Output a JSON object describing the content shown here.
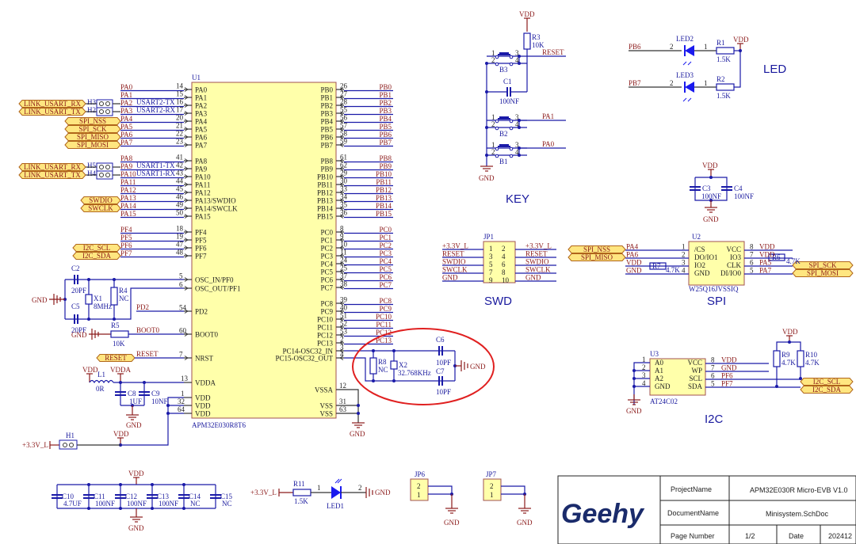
{
  "document": {
    "type": "schematic",
    "title": "APM32E030R Micro-EVB Minisystem"
  },
  "u1": {
    "ref": "U1",
    "part": "APM32E030R8T6",
    "left_pins": [
      {
        "num": "14",
        "name": "PA0",
        "net": "PA0"
      },
      {
        "num": "15",
        "name": "PA1",
        "net": "PA1"
      },
      {
        "num": "16",
        "name": "PA2",
        "net": "PA2",
        "alt": "USART2-TX"
      },
      {
        "num": "17",
        "name": "PA3",
        "net": "PA3",
        "alt": "USART2-RX"
      },
      {
        "num": "20",
        "name": "PA4",
        "net": "PA4"
      },
      {
        "num": "21",
        "name": "PA5",
        "net": "PA5"
      },
      {
        "num": "22",
        "name": "PA6",
        "net": "PA6"
      },
      {
        "num": "23",
        "name": "PA7",
        "net": "PA7"
      },
      {
        "num": "41",
        "name": "PA8",
        "net": "PA8"
      },
      {
        "num": "42",
        "name": "PA9",
        "net": "PA9",
        "alt": "USART1-TX"
      },
      {
        "num": "43",
        "name": "PA10",
        "net": "PA10",
        "alt": "USART1-RX"
      },
      {
        "num": "44",
        "name": "PA11",
        "net": "PA11"
      },
      {
        "num": "45",
        "name": "PA12",
        "net": "PA12"
      },
      {
        "num": "46",
        "name": "PA13/SWDIO",
        "net": "PA13"
      },
      {
        "num": "49",
        "name": "PA14/SWCLK",
        "net": "PA14"
      },
      {
        "num": "50",
        "name": "PA15",
        "net": "PA15"
      },
      {
        "num": "18",
        "name": "PF4",
        "net": "PF4"
      },
      {
        "num": "19",
        "name": "PF5",
        "net": "PF5"
      },
      {
        "num": "47",
        "name": "PF6",
        "net": "PF6"
      },
      {
        "num": "48",
        "name": "PF7",
        "net": "PF7"
      },
      {
        "num": "5",
        "name": "OSC_IN/PF0",
        "net": ""
      },
      {
        "num": "6",
        "name": "OSC_OUT/PF1",
        "net": ""
      },
      {
        "num": "54",
        "name": "PD2",
        "net": "PD2"
      },
      {
        "num": "60",
        "name": "BOOT0",
        "net": "BOOT0"
      },
      {
        "num": "7",
        "name": "NRST",
        "net": "RESET"
      },
      {
        "num": "13",
        "name": "VDDA",
        "net": ""
      },
      {
        "num": "1",
        "name": "VDD",
        "net": ""
      },
      {
        "num": "32",
        "name": "VDD",
        "net": ""
      },
      {
        "num": "64",
        "name": "VDD",
        "net": ""
      }
    ],
    "right_pins": [
      {
        "num": "26",
        "name": "PB0",
        "net": "PB0"
      },
      {
        "num": "27",
        "name": "PB1",
        "net": "PB1"
      },
      {
        "num": "28",
        "name": "PB2",
        "net": "PB2"
      },
      {
        "num": "55",
        "name": "PB3",
        "net": "PB3"
      },
      {
        "num": "56",
        "name": "PB4",
        "net": "PB4"
      },
      {
        "num": "57",
        "name": "PB5",
        "net": "PB5"
      },
      {
        "num": "58",
        "name": "PB6",
        "net": "PB6"
      },
      {
        "num": "59",
        "name": "PB7",
        "net": "PB7"
      },
      {
        "num": "61",
        "name": "PB8",
        "net": "PB8"
      },
      {
        "num": "62",
        "name": "PB9",
        "net": "PB9"
      },
      {
        "num": "29",
        "name": "PB10",
        "net": "PB10"
      },
      {
        "num": "30",
        "name": "PB11",
        "net": "PB11"
      },
      {
        "num": "33",
        "name": "PB12",
        "net": "PB12"
      },
      {
        "num": "34",
        "name": "PB13",
        "net": "PB13"
      },
      {
        "num": "35",
        "name": "PB14",
        "net": "PB14"
      },
      {
        "num": "36",
        "name": "PB15",
        "net": "PB15"
      },
      {
        "num": "8",
        "name": "PC0",
        "net": "PC0"
      },
      {
        "num": "9",
        "name": "PC1",
        "net": "PC1"
      },
      {
        "num": "10",
        "name": "PC2",
        "net": "PC2"
      },
      {
        "num": "11",
        "name": "PC3",
        "net": "PC3"
      },
      {
        "num": "24",
        "name": "PC4",
        "net": "PC4"
      },
      {
        "num": "25",
        "name": "PC5",
        "net": "PC5"
      },
      {
        "num": "37",
        "name": "PC6",
        "net": "PC6"
      },
      {
        "num": "38",
        "name": "PC7",
        "net": "PC7"
      },
      {
        "num": "39",
        "name": "PC8",
        "net": "PC8"
      },
      {
        "num": "40",
        "name": "PC9",
        "net": "PC9"
      },
      {
        "num": "51",
        "name": "PC10",
        "net": "PC10"
      },
      {
        "num": "52",
        "name": "PC11",
        "net": "PC11"
      },
      {
        "num": "53",
        "name": "PC12",
        "net": "PC12"
      },
      {
        "num": "2",
        "name": "PC13",
        "net": "PC13"
      },
      {
        "num": "3",
        "name": "PC14-OSC32_IN",
        "net": ""
      },
      {
        "num": "4",
        "name": "PC15-OSC32_OUT",
        "net": ""
      },
      {
        "num": "12",
        "name": "VSSA",
        "net": ""
      },
      {
        "num": "31",
        "name": "VSS",
        "net": ""
      },
      {
        "num": "63",
        "name": "VSS",
        "net": ""
      }
    ]
  },
  "ports": {
    "link_usart_rx": "LINK_USART_RX",
    "link_usart_tx": "LINK_USART_TX",
    "spi_nss": "SPI_NSS",
    "spi_sck": "SPI_SCK",
    "spi_miso": "SPI_MISO",
    "spi_mosi": "SPI_MOSI",
    "swdio": "SWDIO",
    "swclk": "SWCLK",
    "i2c_scl": "I2C_SCL",
    "i2c_sda": "I2C_SDA",
    "reset": "RESET"
  },
  "headers": {
    "h1": "H1",
    "h2": "H2",
    "h3": "H3",
    "h4": "H4",
    "h5": "H5"
  },
  "nets": {
    "vdd": "VDD",
    "vdda": "VDDA",
    "gnd": "GND",
    "v33": "+3.3V_L",
    "reset": "RESET",
    "boot0": "BOOT0",
    "pa0": "PA0",
    "pa1": "PA1",
    "pb6": "PB6",
    "pb7": "PB7",
    "pd2": "PD2"
  },
  "components": {
    "c1": {
      "ref": "C1",
      "value": "100NF"
    },
    "c2": {
      "ref": "C2",
      "value": "20PF"
    },
    "c3": {
      "ref": "C3",
      "value": "100NF"
    },
    "c4": {
      "ref": "C4",
      "value": "100NF"
    },
    "c5": {
      "ref": "C5",
      "value": "20PF"
    },
    "c6": {
      "ref": "C6",
      "value": "10PF"
    },
    "c7": {
      "ref": "C7",
      "value": "10PF"
    },
    "c8": {
      "ref": "C8",
      "value": "1UF"
    },
    "c9": {
      "ref": "C9",
      "value": "10NF"
    },
    "c10": {
      "ref": "C10",
      "value": "4.7UF"
    },
    "c11": {
      "ref": "C11",
      "value": "100NF"
    },
    "c12": {
      "ref": "C12",
      "value": "100NF"
    },
    "c13": {
      "ref": "C13",
      "value": "100NF"
    },
    "c14": {
      "ref": "C14",
      "value": "NC"
    },
    "c15": {
      "ref": "C15",
      "value": "NC"
    },
    "r1": {
      "ref": "R1",
      "value": "1.5K"
    },
    "r2": {
      "ref": "R2",
      "value": "1.5K"
    },
    "r3": {
      "ref": "R3",
      "value": "10K"
    },
    "r4": {
      "ref": "R4",
      "value": "NC"
    },
    "r5": {
      "ref": "R5",
      "value": "10K"
    },
    "r6": {
      "ref": "R6",
      "value": "4.7K"
    },
    "r7": {
      "ref": "R7",
      "value": "4.7K"
    },
    "r8": {
      "ref": "R8",
      "value": "NC"
    },
    "r9": {
      "ref": "R9",
      "value": "4.7K"
    },
    "r10": {
      "ref": "R10",
      "value": "4.7K"
    },
    "r11": {
      "ref": "R11",
      "value": "1.5K"
    },
    "l1": {
      "ref": "L1",
      "value": "0R"
    },
    "x1": {
      "ref": "X1",
      "value": "8MHz"
    },
    "x2": {
      "ref": "X2",
      "value": "32.768KHz"
    },
    "b1": {
      "ref": "B1"
    },
    "b2": {
      "ref": "B2"
    },
    "b3": {
      "ref": "B3"
    },
    "led1": {
      "ref": "LED1"
    },
    "led2": {
      "ref": "LED2"
    },
    "led3": {
      "ref": "LED3"
    },
    "jp6": {
      "ref": "JP6"
    },
    "jp7": {
      "ref": "JP7"
    }
  },
  "sections": {
    "key": "KEY",
    "led": "LED",
    "swd": "SWD",
    "spi": "SPI",
    "i2c": "I2C"
  },
  "jp1": {
    "ref": "JP1",
    "rows": [
      {
        "l": "+3.3V_L",
        "p1": "1",
        "p2": "2",
        "r": "+3.3V_L"
      },
      {
        "l": "RESET",
        "p1": "3",
        "p2": "4",
        "r": "RESET"
      },
      {
        "l": "SWDIO",
        "p1": "5",
        "p2": "6",
        "r": "SWDIO"
      },
      {
        "l": "SWCLK",
        "p1": "7",
        "p2": "8",
        "r": "SWCLK"
      },
      {
        "l": "GND",
        "p1": "9",
        "p2": "10",
        "r": "GND"
      }
    ]
  },
  "u2": {
    "ref": "U2",
    "part": "W25Q16JVSSIQ",
    "left": [
      {
        "num": "1",
        "name": "/CS",
        "net": "PA4"
      },
      {
        "num": "2",
        "name": "DO/IO1",
        "net": "PA6"
      },
      {
        "num": "3",
        "name": "IO2",
        "net": "VDD"
      },
      {
        "num": "4",
        "name": "GND",
        "net": "GND"
      }
    ],
    "right": [
      {
        "num": "8",
        "name": "VCC",
        "net": "VDD"
      },
      {
        "num": "7",
        "name": "IO3",
        "net": "VDD"
      },
      {
        "num": "6",
        "name": "CLK",
        "net": "PA5"
      },
      {
        "num": "5",
        "name": "DI/IO0",
        "net": "PA7"
      }
    ]
  },
  "u3": {
    "ref": "U3",
    "part": "AT24C02",
    "left": [
      {
        "num": "1",
        "name": "A0"
      },
      {
        "num": "2",
        "name": "A1"
      },
      {
        "num": "3",
        "name": "A2"
      },
      {
        "num": "4",
        "name": "GND"
      }
    ],
    "right": [
      {
        "num": "8",
        "name": "VCC",
        "net": "VDD"
      },
      {
        "num": "7",
        "name": "WP",
        "net": "GND"
      },
      {
        "num": "6",
        "name": "SCL",
        "net": "PF6"
      },
      {
        "num": "5",
        "name": "SDA",
        "net": "PF7"
      }
    ]
  },
  "title_block": {
    "logo": "Geehy",
    "project_label": "ProjectName",
    "project_value": "APM32E030R Micro-EVB V1.0",
    "doc_label": "DocumentName",
    "doc_value": "Minisystem.SchDoc",
    "page_label": "Page Number",
    "page_value": "1/2",
    "date_label": "Date",
    "date_value": "202412"
  },
  "annotation": {
    "highlight": "red ellipse around 32.768KHz crystal circuit",
    "color": "#e02020"
  }
}
